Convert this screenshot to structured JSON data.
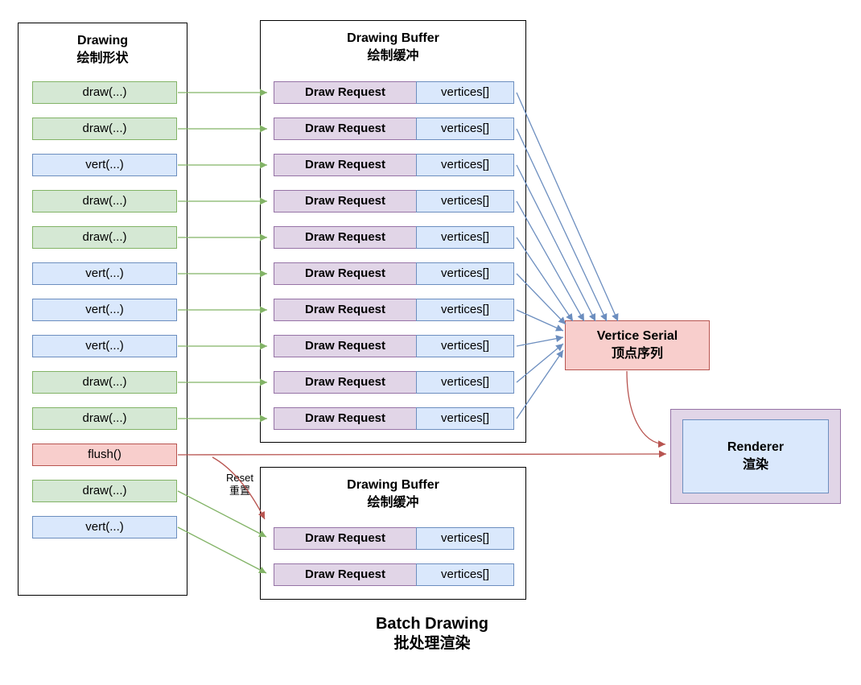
{
  "diagram": {
    "left_panel": {
      "title_line1": "Drawing",
      "title_line2": "绘制形状",
      "calls": [
        {
          "label": "draw(...)",
          "type": "draw"
        },
        {
          "label": "draw(...)",
          "type": "draw"
        },
        {
          "label": "vert(...)",
          "type": "vert"
        },
        {
          "label": "draw(...)",
          "type": "draw"
        },
        {
          "label": "draw(...)",
          "type": "draw"
        },
        {
          "label": "vert(...)",
          "type": "vert"
        },
        {
          "label": "vert(...)",
          "type": "vert"
        },
        {
          "label": "vert(...)",
          "type": "vert"
        },
        {
          "label": "draw(...)",
          "type": "draw"
        },
        {
          "label": "draw(...)",
          "type": "draw"
        },
        {
          "label": "flush()",
          "type": "flush"
        },
        {
          "label": "draw(...)",
          "type": "draw"
        },
        {
          "label": "vert(...)",
          "type": "vert"
        }
      ]
    },
    "buffer_top": {
      "title_line1": "Drawing Buffer",
      "title_line2": "绘制缓冲",
      "row_count": 10,
      "request_label": "Draw Request",
      "vertices_label": "vertices[]"
    },
    "buffer_bottom": {
      "title_line1": "Drawing Buffer",
      "title_line2": "绘制缓冲",
      "row_count": 2,
      "request_label": "Draw Request",
      "vertices_label": "vertices[]"
    },
    "vertice_serial": {
      "title_line1": "Vertice Serial",
      "title_line2": "顶点序列"
    },
    "renderer": {
      "title_line1": "Renderer",
      "title_line2": "渲染"
    },
    "reset_note": {
      "line1": "Reset",
      "line2": "重置"
    },
    "caption": {
      "line1": "Batch Drawing",
      "line2": "批处理渲染"
    },
    "colors": {
      "draw_fill": "#d5e8d4",
      "draw_border": "#82b366",
      "vert_fill": "#dae8fc",
      "vert_border": "#6c8ebf",
      "flush_fill": "#f8cecc",
      "flush_border": "#b85450",
      "request_fill": "#e1d5e7",
      "request_border": "#9673a6",
      "arrow_green": "#82b366",
      "arrow_blue": "#6c8ebf",
      "arrow_red": "#b85450"
    }
  }
}
